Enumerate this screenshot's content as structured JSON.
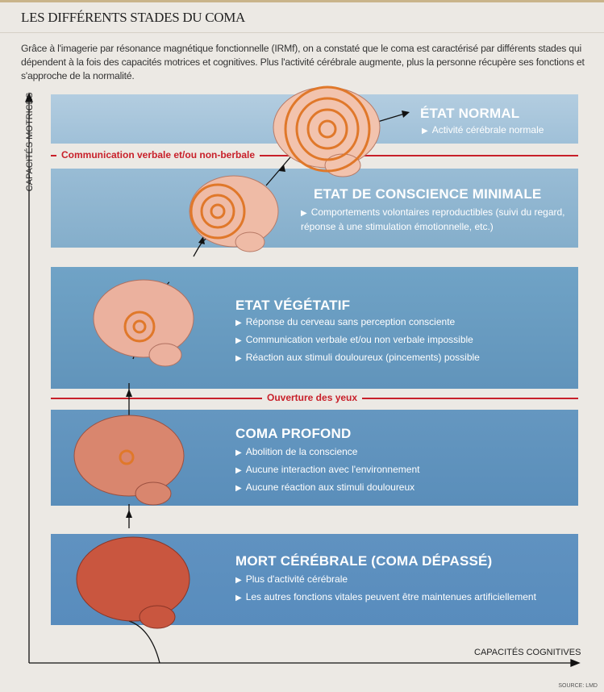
{
  "title": "LES DIFFÉRENTS STADES DU COMA",
  "intro": "Grâce à l'imagerie par résonance magnétique fonctionnelle (IRMf), on a constaté que le coma est caractérisé par différents stades qui dépendent à la fois des capacités motrices et cognitives. Plus l'activité cérébrale augmente, plus la personne récupère ses fonctions et s'approche de la normalité.",
  "axes": {
    "y": "CAPACITÉS MOTRICES",
    "x": "CAPACITÉS COGNITIVES"
  },
  "separators": {
    "communication": "Communication verbale et/ou non-berbale",
    "eyes": "Ouverture des yeux"
  },
  "stages": [
    {
      "title": "ÉTAT NORMAL",
      "items": [
        "Activité cérébrale normale"
      ],
      "color": "#aac7dc"
    },
    {
      "title": "ETAT DE CONSCIENCE MINIMALE",
      "items": [
        "Comportements volontaires reproductibles (suivi du regard, réponse à une stimulation émotionnelle, etc.)"
      ],
      "color": "#8db4d0"
    },
    {
      "title": "ETAT VÉGÉTATIF",
      "items": [
        "Réponse du cerveau sans perception consciente",
        "Communication verbale et/ou non verbale impossible",
        "Réaction aux stimuli douloureux (pincements) possible"
      ],
      "color": "#689cc1"
    },
    {
      "title": "COMA PROFOND",
      "items": [
        "Abolition de la conscience",
        "Aucune interaction avec l'environnement",
        "Aucune réaction aux stimuli douloureux"
      ],
      "color": "#5f93be"
    },
    {
      "title": "MORT CÉRÉBRALE (COMA DÉPASSÉ)",
      "items": [
        "Plus d'activité cérébrale",
        "Les autres fonctions vitales peuvent être maintenues artificiellement"
      ],
      "color": "#5b8fbf"
    }
  ],
  "source": "SOURCE: LMD"
}
